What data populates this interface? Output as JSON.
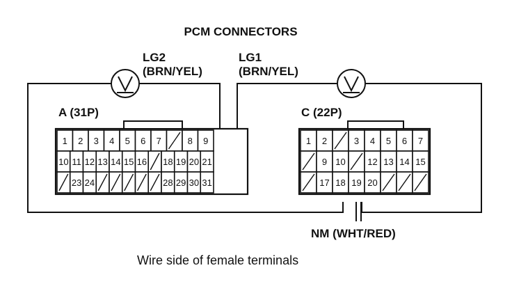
{
  "title": "PCM CONNECTORS",
  "caption": "Wire side of female terminals",
  "probes": [
    {
      "name": "LG2",
      "wire_color": "(BRN/YEL)"
    },
    {
      "name": "LG1",
      "wire_color": "(BRN/YEL)"
    }
  ],
  "connectors": {
    "a": {
      "label": "A (31P)",
      "rows": [
        [
          "1",
          "2",
          "3",
          "4",
          "5",
          "6",
          "7",
          "",
          "8",
          "9"
        ],
        [
          "10",
          "11",
          "12",
          "13",
          "14",
          "15",
          "16",
          "",
          "18",
          "19",
          "20",
          "21"
        ],
        [
          "",
          "23",
          "24",
          "",
          "",
          "",
          "",
          "",
          "28",
          "29",
          "30",
          "31"
        ]
      ]
    },
    "c": {
      "label": "C (22P)",
      "rows": [
        [
          "1",
          "2",
          "",
          "3",
          "4",
          "5",
          "6",
          "7"
        ],
        [
          "",
          "9",
          "10",
          "",
          "12",
          "13",
          "14",
          "15"
        ],
        [
          "",
          "17",
          "18",
          "19",
          "20",
          "",
          "",
          ""
        ]
      ]
    }
  },
  "ground": {
    "label": "NM (WHT/RED)"
  },
  "symbol_icon": "voltmeter-icon"
}
